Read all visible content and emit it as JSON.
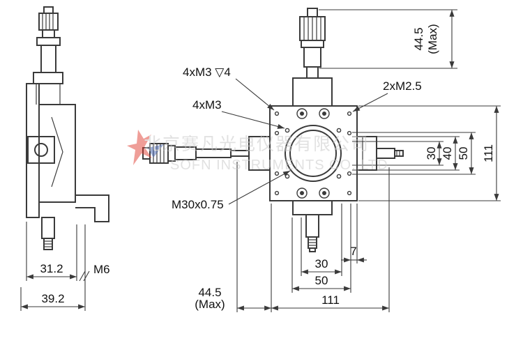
{
  "watermark": {
    "chinese": "北京赛凡光电仪器有限公司",
    "english": "SOFN INSTRUMENTS CO.,LTD"
  },
  "annotations": {
    "corner_tapped": "4xM3 ▽4",
    "face_tapped": "4xM3",
    "side_tapped": "2xM2.5",
    "center_thread": "M30x0.75",
    "bottom_thread": "M6"
  },
  "dims": {
    "left_width": "31.2",
    "left_overall": "39.2",
    "top_travel": "44.5",
    "top_travel_max": "(Max)",
    "side_30": "30",
    "side_40": "40",
    "side_50": "50",
    "side_111": "111",
    "bottom_30": "30",
    "bottom_7": "7",
    "bottom_50": "50",
    "bottom_111": "111",
    "left_travel": "44.5",
    "left_travel_max": "(Max)"
  },
  "colors": {
    "line": "#3a3a3a",
    "watermark_gray": "#c9c9c9",
    "logo_red": "#e03c31",
    "logo_blue": "#3f5fae"
  }
}
